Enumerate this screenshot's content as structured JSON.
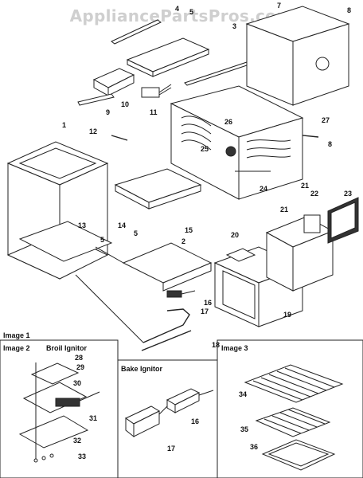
{
  "watermark": "AppliancePartsPros.com",
  "sections": {
    "image1": "Image 1",
    "image2": "Image 2",
    "image3": "Image 3",
    "broil_ignitor": "Broil Ignitor",
    "bake_ignitor": "Bake Ignitor"
  },
  "callouts": [
    "1",
    "2",
    "3",
    "4",
    "5",
    "5",
    "5",
    "7",
    "8",
    "8",
    "9",
    "10",
    "11",
    "12",
    "13",
    "14",
    "15",
    "16",
    "16",
    "17",
    "17",
    "18",
    "19",
    "20",
    "21",
    "21",
    "22",
    "23",
    "24",
    "25",
    "26",
    "27",
    "28",
    "29",
    "30",
    "31",
    "32",
    "33",
    "34",
    "35",
    "36"
  ]
}
